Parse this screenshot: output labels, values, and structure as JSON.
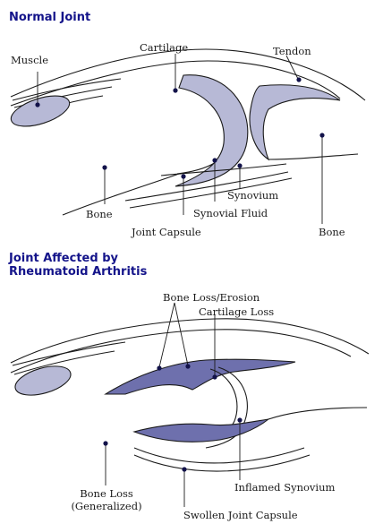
{
  "normal": {
    "title": "Normal Joint",
    "labels": {
      "muscle": "Muscle",
      "cartilage": "Cartilage",
      "tendon": "Tendon",
      "bone_left": "Bone",
      "synovium": "Synovium",
      "synovial_fluid": "Synovial Fluid",
      "joint_capsule": "Joint Capsule",
      "bone_right": "Bone"
    }
  },
  "ra": {
    "title_line1": "Joint Affected by",
    "title_line2": "Rheumatoid Arthritis",
    "labels": {
      "bone_loss_erosion": "Bone Loss/Erosion",
      "cartilage_loss": "Cartilage Loss",
      "bone_loss_line1": "Bone Loss",
      "bone_loss_line2": "(Generalized)",
      "inflamed_synovium": "Inflamed Synovium",
      "swollen_joint_capsule": "Swollen Joint Capsule"
    }
  },
  "colors": {
    "title": "#14148a",
    "tissue_fill": "#b7b9d6",
    "inflamed_fill": "#6e70ad",
    "line": "#1a1a1a",
    "dot": "#12124a"
  }
}
